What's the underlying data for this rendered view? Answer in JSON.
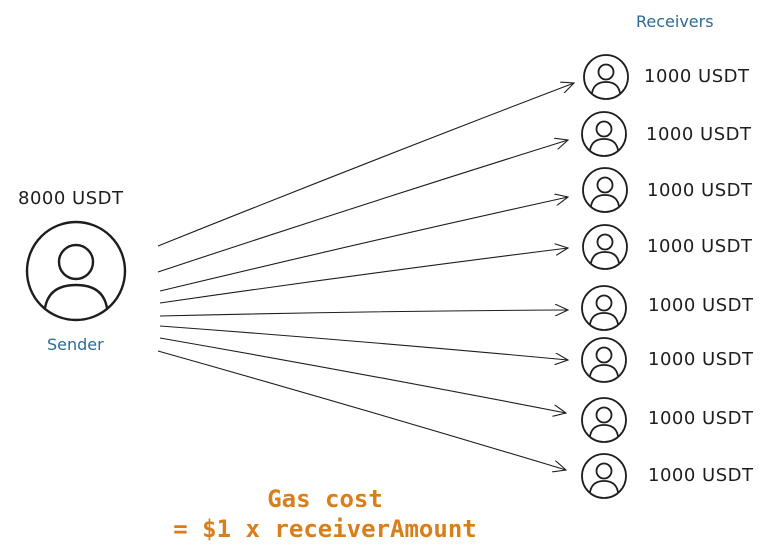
{
  "receivers_title": "Receivers",
  "sender": {
    "amount": "8000 USDT",
    "caption": "Sender",
    "icon": "user-circle-icon"
  },
  "receivers": [
    {
      "amount": "1000 USDT",
      "icon": "user-circle-icon"
    },
    {
      "amount": "1000 USDT",
      "icon": "user-circle-icon"
    },
    {
      "amount": "1000 USDT",
      "icon": "user-circle-icon"
    },
    {
      "amount": "1000 USDT",
      "icon": "user-circle-icon"
    },
    {
      "amount": "1000 USDT",
      "icon": "user-circle-icon"
    },
    {
      "amount": "1000 USDT",
      "icon": "user-circle-icon"
    },
    {
      "amount": "1000 USDT",
      "icon": "user-circle-icon"
    },
    {
      "amount": "1000 USDT",
      "icon": "user-circle-icon"
    }
  ],
  "gas_cost": {
    "line1": "Gas cost",
    "line2": "= $1 x receiverAmount"
  },
  "colors": {
    "stroke": "#1e1e1e",
    "label_blue": "#2b6a99",
    "gas_orange": "#d97f1a"
  }
}
